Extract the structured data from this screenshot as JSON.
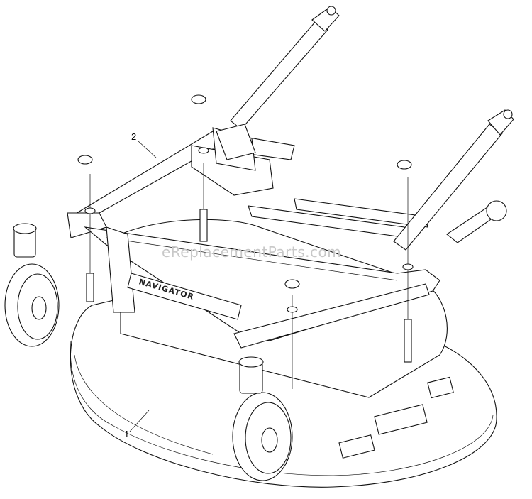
{
  "callouts": [
    {
      "number": "1"
    },
    {
      "number": "2"
    }
  ],
  "watermark": "eReplacementParts.com",
  "deck_label": "NAVIGATOR"
}
